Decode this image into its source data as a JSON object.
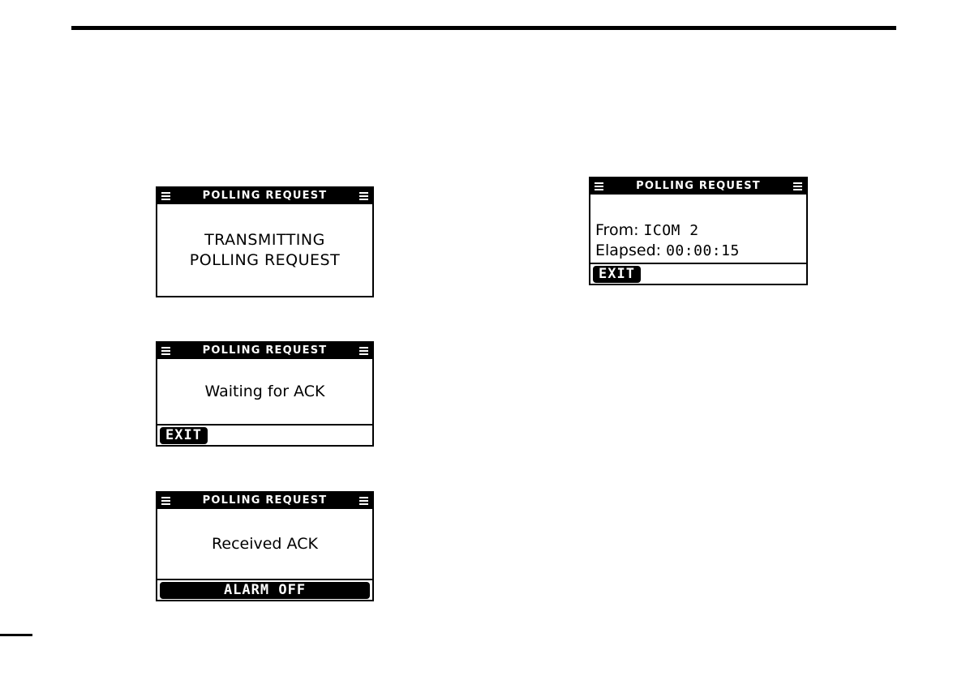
{
  "page": {
    "rule_top": "horizontal-rule",
    "footer_mark": "page-edge-mark"
  },
  "icons": {
    "menu_left": "hamburger-icon",
    "menu_right": "hamburger-icon"
  },
  "panels": [
    {
      "id": "panel-transmitting",
      "title": "POLLING REQUEST",
      "body_lines": [
        "TRANSMITTING",
        "POLLING REQUEST"
      ],
      "softkeys": []
    },
    {
      "id": "panel-waiting",
      "title": "POLLING REQUEST",
      "body_lines": [
        "Waiting for ACK"
      ],
      "softkeys": [
        {
          "label": "EXIT",
          "style": "narrow"
        }
      ]
    },
    {
      "id": "panel-received",
      "title": "POLLING REQUEST",
      "body_lines": [
        "Received ACK"
      ],
      "softkeys": [
        {
          "label": "ALARM OFF",
          "style": "wide"
        }
      ]
    },
    {
      "id": "panel-from-icom",
      "title": "POLLING REQUEST",
      "fields": [
        {
          "label": "From:",
          "value": "ICOM 2"
        },
        {
          "label": "Elapsed:",
          "value": "00:00:15"
        }
      ],
      "softkeys": [
        {
          "label": "EXIT",
          "style": "narrow"
        }
      ]
    }
  ]
}
